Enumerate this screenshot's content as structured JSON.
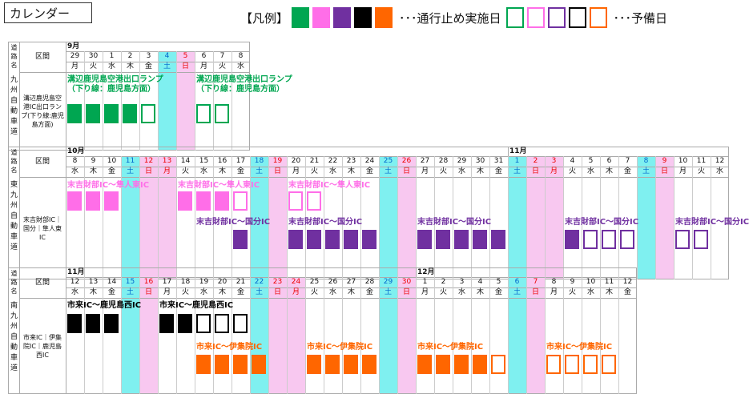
{
  "title": "カレンダー",
  "legend": {
    "label": "【凡例】",
    "closure_label": "･･･通行止め実施日",
    "reserve_label": "･･･予備日",
    "colors": [
      "#00a651",
      "#ff6ee8",
      "#7030a0",
      "#000000",
      "#ff6600"
    ]
  },
  "headers": {
    "road": "道路名",
    "section": "区間"
  },
  "tables": [
    {
      "road_name": "九州自動車道",
      "section_name": "溝辺鹿児島空港IC出口ランプ(下り線:鹿児島方面)",
      "months": [
        {
          "label": "9月",
          "start": 0
        }
      ],
      "days": [
        {
          "d": "29",
          "w": "月"
        },
        {
          "d": "30",
          "w": "火"
        },
        {
          "d": "1",
          "w": "水"
        },
        {
          "d": "2",
          "w": "木"
        },
        {
          "d": "3",
          "w": "金"
        },
        {
          "d": "4",
          "w": "土"
        },
        {
          "d": "5",
          "w": "日"
        },
        {
          "d": "6",
          "w": "月"
        },
        {
          "d": "7",
          "w": "火"
        },
        {
          "d": "8",
          "w": "水"
        }
      ],
      "events": [
        {
          "label": "溝辺鹿児島空港出口ランプ\n（下り線：鹿児島方面）",
          "color": "#00a651",
          "col": 0,
          "filled": [
            0,
            1,
            2,
            3
          ],
          "empty": [
            4
          ],
          "label_row": 0
        },
        {
          "label": "溝辺鹿児島空港出口ランプ\n（下り線：鹿児島方面）",
          "color": "#00a651",
          "col": 7,
          "filled": [],
          "empty": [
            7,
            8
          ],
          "label_row": 0
        }
      ]
    },
    {
      "road_name": "東九州自動車道",
      "section_name": "末吉財部IC｜国分｜隼人東IC",
      "months": [
        {
          "label": "10月",
          "start": 0
        },
        {
          "label": "11月",
          "start": 24
        }
      ],
      "days": [
        {
          "d": "8",
          "w": "水"
        },
        {
          "d": "9",
          "w": "木"
        },
        {
          "d": "10",
          "w": "金"
        },
        {
          "d": "11",
          "w": "土"
        },
        {
          "d": "12",
          "w": "日"
        },
        {
          "d": "13",
          "w": "月"
        },
        {
          "d": "14",
          "w": "火"
        },
        {
          "d": "15",
          "w": "水"
        },
        {
          "d": "16",
          "w": "木"
        },
        {
          "d": "17",
          "w": "金"
        },
        {
          "d": "18",
          "w": "土"
        },
        {
          "d": "19",
          "w": "日"
        },
        {
          "d": "20",
          "w": "月"
        },
        {
          "d": "21",
          "w": "火"
        },
        {
          "d": "22",
          "w": "水"
        },
        {
          "d": "23",
          "w": "木"
        },
        {
          "d": "24",
          "w": "金"
        },
        {
          "d": "25",
          "w": "土"
        },
        {
          "d": "26",
          "w": "日"
        },
        {
          "d": "27",
          "w": "月"
        },
        {
          "d": "28",
          "w": "火"
        },
        {
          "d": "29",
          "w": "水"
        },
        {
          "d": "30",
          "w": "木"
        },
        {
          "d": "31",
          "w": "金"
        },
        {
          "d": "1",
          "w": "土"
        },
        {
          "d": "2",
          "w": "日"
        },
        {
          "d": "3",
          "w": "月"
        },
        {
          "d": "4",
          "w": "火"
        },
        {
          "d": "5",
          "w": "水"
        },
        {
          "d": "6",
          "w": "木"
        },
        {
          "d": "7",
          "w": "金"
        },
        {
          "d": "8",
          "w": "土"
        },
        {
          "d": "9",
          "w": "日"
        },
        {
          "d": "10",
          "w": "月"
        },
        {
          "d": "11",
          "w": "火"
        },
        {
          "d": "12",
          "w": "水"
        }
      ],
      "holiday_cols": [
        5,
        26
      ],
      "events": [
        {
          "label": "末吉財部IC～隼人東IC",
          "color": "#ff6ee8",
          "col": 0,
          "filled": [
            0,
            1,
            2
          ],
          "empty": [],
          "label_row": 0
        },
        {
          "label": "末吉財部IC～隼人東IC",
          "color": "#ff6ee8",
          "col": 6,
          "filled": [
            6,
            7,
            8
          ],
          "empty": [
            9
          ],
          "label_row": 0
        },
        {
          "label": "末吉財部IC～隼人東IC",
          "color": "#ff6ee8",
          "col": 12,
          "filled": [],
          "empty": [
            12,
            13
          ],
          "label_row": 0
        },
        {
          "label": "末吉財部IC～国分IC",
          "color": "#7030a0",
          "col": 7,
          "filled": [
            9
          ],
          "empty": [],
          "label_row": 1
        },
        {
          "label": "末吉財部IC～国分IC",
          "color": "#7030a0",
          "col": 12,
          "filled": [
            12,
            13,
            14,
            15,
            16
          ],
          "empty": [],
          "label_row": 1
        },
        {
          "label": "末吉財部IC～国分IC",
          "color": "#7030a0",
          "col": 19,
          "filled": [
            19,
            20,
            21,
            22,
            23
          ],
          "empty": [],
          "label_row": 1
        },
        {
          "label": "末吉財部IC～国分IC",
          "color": "#7030a0",
          "col": 27,
          "filled": [
            27
          ],
          "empty": [
            28,
            29,
            30
          ],
          "label_row": 1
        },
        {
          "label": "末吉財部IC～国分IC",
          "color": "#7030a0",
          "col": 33,
          "filled": [],
          "empty": [
            33,
            34
          ],
          "label_row": 1
        }
      ]
    },
    {
      "road_name": "南九州自動車道",
      "section_name": "市来IC｜伊集院IC｜鹿児島西IC",
      "months": [
        {
          "label": "11月",
          "start": 0
        },
        {
          "label": "12月",
          "start": 19
        }
      ],
      "days": [
        {
          "d": "12",
          "w": "水"
        },
        {
          "d": "13",
          "w": "木"
        },
        {
          "d": "14",
          "w": "金"
        },
        {
          "d": "15",
          "w": "土"
        },
        {
          "d": "16",
          "w": "日"
        },
        {
          "d": "17",
          "w": "月"
        },
        {
          "d": "18",
          "w": "火"
        },
        {
          "d": "19",
          "w": "水"
        },
        {
          "d": "20",
          "w": "木"
        },
        {
          "d": "21",
          "w": "金"
        },
        {
          "d": "22",
          "w": "土"
        },
        {
          "d": "23",
          "w": "日"
        },
        {
          "d": "24",
          "w": "月"
        },
        {
          "d": "25",
          "w": "火"
        },
        {
          "d": "26",
          "w": "水"
        },
        {
          "d": "27",
          "w": "木"
        },
        {
          "d": "28",
          "w": "金"
        },
        {
          "d": "29",
          "w": "土"
        },
        {
          "d": "30",
          "w": "日"
        },
        {
          "d": "1",
          "w": "月"
        },
        {
          "d": "2",
          "w": "火"
        },
        {
          "d": "3",
          "w": "水"
        },
        {
          "d": "4",
          "w": "木"
        },
        {
          "d": "5",
          "w": "金"
        },
        {
          "d": "6",
          "w": "土"
        },
        {
          "d": "7",
          "w": "日"
        },
        {
          "d": "8",
          "w": "月"
        },
        {
          "d": "9",
          "w": "火"
        },
        {
          "d": "10",
          "w": "水"
        },
        {
          "d": "11",
          "w": "木"
        },
        {
          "d": "12",
          "w": "金"
        }
      ],
      "holiday_cols": [
        11,
        12
      ],
      "events": [
        {
          "label": "市来IC～鹿児島西IC",
          "color": "#000000",
          "col": 0,
          "filled": [
            0,
            1,
            2
          ],
          "empty": [],
          "label_row": 0
        },
        {
          "label": "市来IC～鹿児島西IC",
          "color": "#000000",
          "col": 5,
          "filled": [
            5,
            6
          ],
          "empty": [
            7,
            8,
            9
          ],
          "label_row": 0
        },
        {
          "label": "市来IC～伊集院IC",
          "color": "#ff6600",
          "col": 7,
          "filled": [
            7,
            8,
            9,
            10
          ],
          "empty": [],
          "label_row": 1
        },
        {
          "label": "市来IC～伊集院IC",
          "color": "#ff6600",
          "col": 13,
          "filled": [
            13,
            14,
            15,
            16
          ],
          "empty": [],
          "label_row": 1
        },
        {
          "label": "市来IC～伊集院IC",
          "color": "#ff6600",
          "col": 19,
          "filled": [
            19,
            20,
            21,
            22
          ],
          "empty": [
            23
          ],
          "label_row": 1
        },
        {
          "label": "市来IC～伊集院IC",
          "color": "#ff6600",
          "col": 26,
          "filled": [],
          "empty": [
            26,
            27,
            28,
            29
          ],
          "label_row": 1
        }
      ]
    }
  ]
}
